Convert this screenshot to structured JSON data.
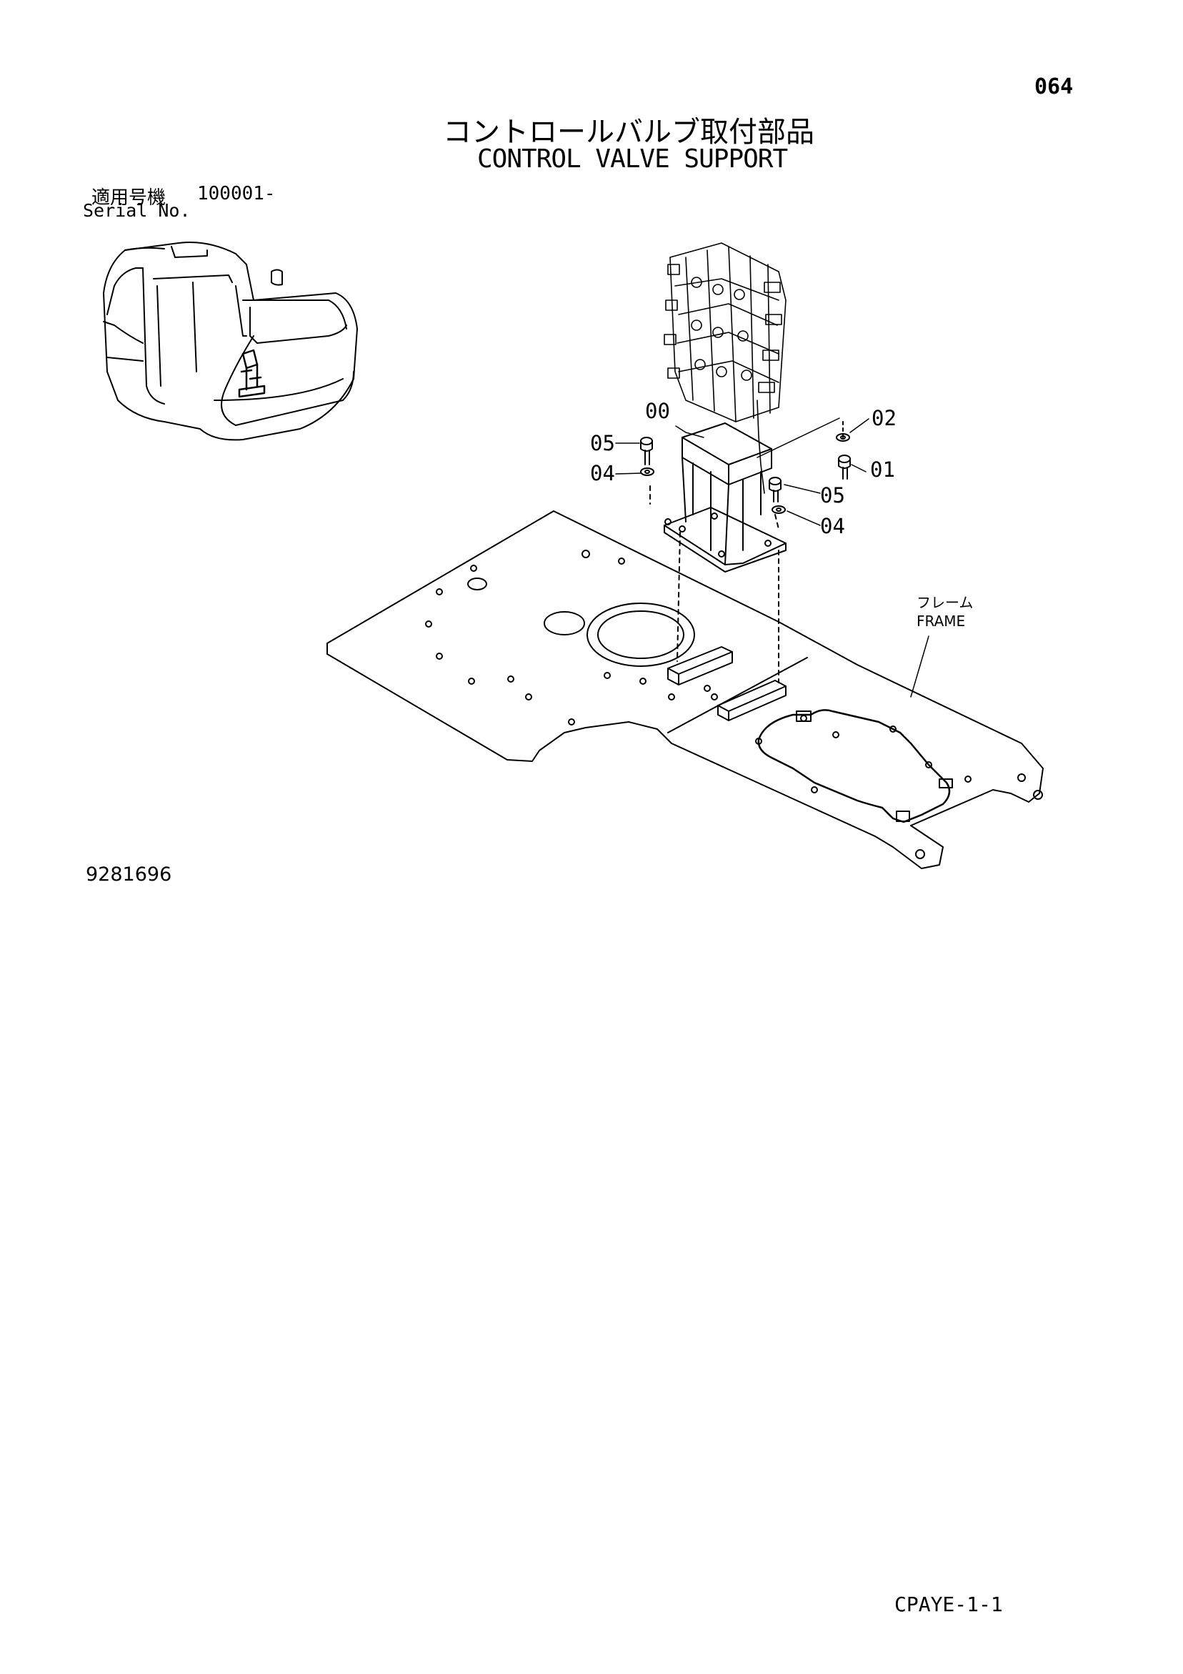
{
  "header": {
    "page_number": "064",
    "title_jp": "コントロールバルブ取付部品",
    "title_en": "CONTROL VALVE SUPPORT",
    "serial_label_jp": "適用号機",
    "serial_value": "100001-",
    "serial_label_en": "Serial No."
  },
  "callouts": {
    "c00": "00",
    "c01": "01",
    "c02": "02",
    "c04a": "04",
    "c04b": "04",
    "c05a": "05",
    "c05b": "05"
  },
  "frame_label": {
    "jp": "フレーム",
    "en": "FRAME"
  },
  "footer": {
    "drawing_number": "9281696",
    "page_code": "CPAYE-1-1"
  }
}
